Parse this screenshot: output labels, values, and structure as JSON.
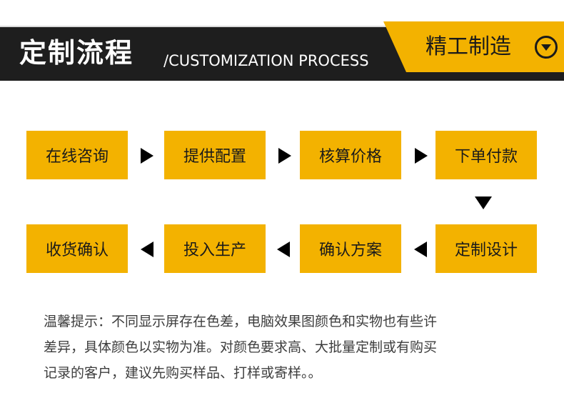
{
  "header": {
    "title": "定制流程",
    "subtitle": "/CUSTOMIZATION PROCESS",
    "tab_label": "精工制造",
    "tab_icon": "chevron-down-circle-icon",
    "accent_color": "#f3b200",
    "banner_color": "#1e1e1e"
  },
  "steps": {
    "s1": "在线咨询",
    "s2": "提供配置",
    "s3": "核算价格",
    "s4": "下单付款",
    "s5": "定制设计",
    "s6": "确认方案",
    "s7": "投入生产",
    "s8": "收货确认"
  },
  "notice": {
    "line1": "温馨提示：不同显示屏存在色差，电脑效果图颜色和实物也有些许",
    "line2": "差异，具体颜色以实物为准。对颜色要求高、大批量定制或有购买",
    "line3": "记录的客户，建议先购买样品、打样或寄样。。"
  }
}
